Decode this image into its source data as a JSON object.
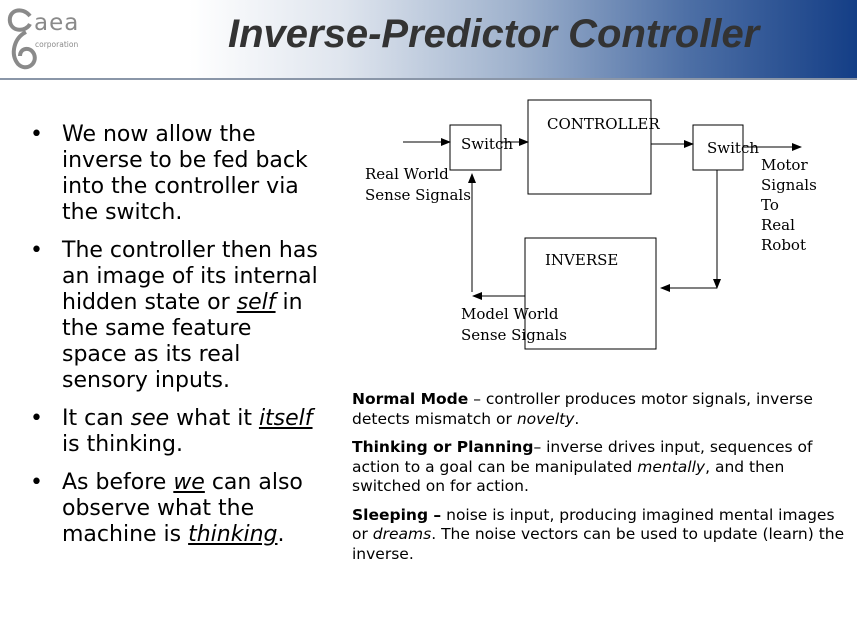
{
  "header": {
    "logo_name": "aea",
    "logo_sub": "corporation",
    "title": "Inverse-Predictor Controller"
  },
  "bullets": [
    {
      "parts": [
        {
          "t": "We now allow the inverse to be fed back into the controller via the switch."
        }
      ]
    },
    {
      "parts": [
        {
          "t": "The controller then has an image of its internal hidden state or "
        },
        {
          "t": "self",
          "style": "iu"
        },
        {
          "t": " in the same feature space as its real sensory inputs."
        }
      ]
    },
    {
      "parts": [
        {
          "t": "It can "
        },
        {
          "t": "see",
          "style": "i"
        },
        {
          "t": " what it "
        },
        {
          "t": "itself",
          "style": "iu"
        },
        {
          "t": " is thinking."
        }
      ]
    },
    {
      "parts": [
        {
          "t": "As before "
        },
        {
          "t": "we",
          "style": "iu"
        },
        {
          "t": " can also observe what the machine is "
        },
        {
          "t": "thinking",
          "style": "iu"
        },
        {
          "t": "."
        }
      ]
    }
  ],
  "diagram": {
    "switch_left": "Switch",
    "switch_right": "Switch",
    "controller": "CONTROLLER",
    "inverse": "INVERSE",
    "real_world_1": "Real World",
    "real_world_2": "Sense Signals",
    "model_world_1": "Model World",
    "model_world_2": "Sense Signals",
    "motor_1": "Motor",
    "motor_2": "Signals",
    "motor_3": "To",
    "motor_4": "Real",
    "motor_5": "Robot"
  },
  "modes": [
    {
      "parts": [
        {
          "t": "Normal Mode",
          "style": "b"
        },
        {
          "t": " – controller produces motor signals, inverse detects mismatch or "
        },
        {
          "t": "novelty",
          "style": "i"
        },
        {
          "t": "."
        }
      ]
    },
    {
      "parts": [
        {
          "t": "Thinking or Planning",
          "style": "b"
        },
        {
          "t": "– inverse drives input, sequences of action to a goal can be manipulated "
        },
        {
          "t": "mentally",
          "style": "i"
        },
        {
          "t": ", and then switched on for action."
        }
      ]
    },
    {
      "parts": [
        {
          "t": "Sleeping –",
          "style": "b"
        },
        {
          "t": " noise is input, producing imagined mental images or "
        },
        {
          "t": "dreams",
          "style": "i"
        },
        {
          "t": ". The noise vectors can be used to update (learn) the inverse."
        }
      ]
    }
  ]
}
